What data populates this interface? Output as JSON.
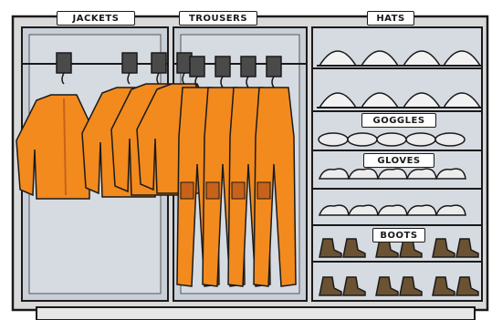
{
  "labels": {
    "jackets": "JACKETS",
    "trousers": "TROUSERS",
    "hats": "HATS",
    "goggles": "GOGGLES",
    "gloves": "GLOVES",
    "boots": "BOOTS"
  },
  "colors": {
    "outline": "#1a1a1a",
    "cabinet": "#d9d9d9",
    "panel_back": "#c9cfd8",
    "garment": "#f28a1e",
    "garment_shadow": "#c8621a",
    "hanger_tag": "#4a4a4a",
    "hat": "#f2f2f2",
    "boot": "#6b5232"
  }
}
